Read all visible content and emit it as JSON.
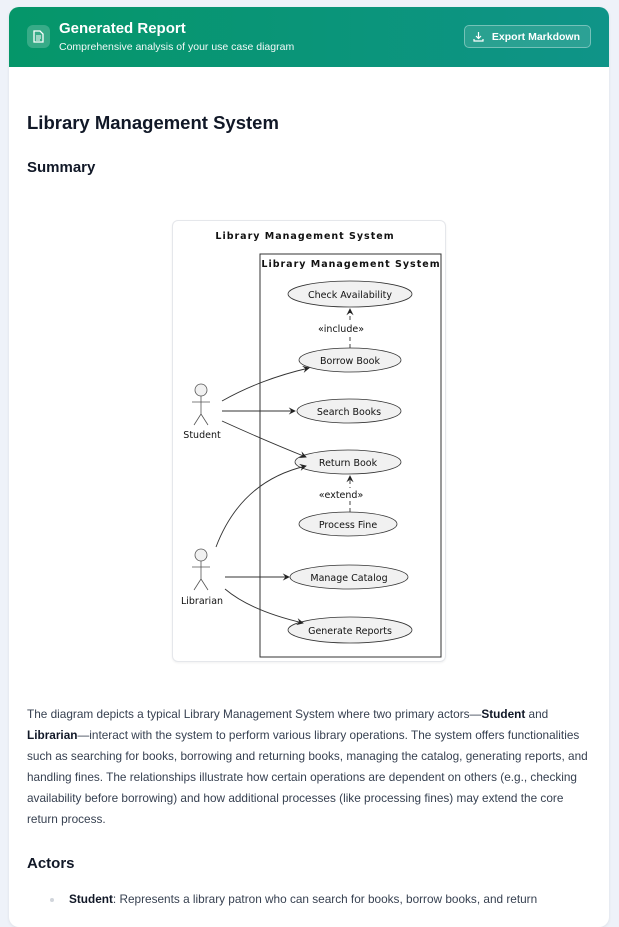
{
  "header": {
    "title": "Generated Report",
    "subtitle": "Comprehensive analysis of your use case diagram",
    "export_label": "Export Markdown",
    "icon": "document-icon",
    "accent": "#059669"
  },
  "report": {
    "title": "Library Management System",
    "summary_heading": "Summary",
    "diagram": {
      "outer_title": "Library Management System",
      "system_title": "Library Management System",
      "actors": [
        "Student",
        "Librarian"
      ],
      "use_cases": [
        "Check Availability",
        "Borrow Book",
        "Search Books",
        "Return Book",
        "Process Fine",
        "Manage Catalog",
        "Generate Reports"
      ],
      "include_label": "«include»",
      "extend_label": "«extend»"
    },
    "summary_parts": [
      "The diagram depicts a typical Library Management System where two primary actors—",
      "Student",
      " and ",
      "Librarian",
      "—interact with the system to perform various library operations. The system offers functionalities such as searching for books, borrowing and returning books, managing the catalog, generating reports, and handling fines. The relationships illustrate how certain operations are dependent on others (e.g., checking availability before borrowing) and how additional processes (like processing fines) may extend the core return process."
    ],
    "actors_heading": "Actors",
    "actors": [
      {
        "name": "Student",
        "description": ": Represents a library patron who can search for books, borrow books, and return"
      }
    ]
  }
}
